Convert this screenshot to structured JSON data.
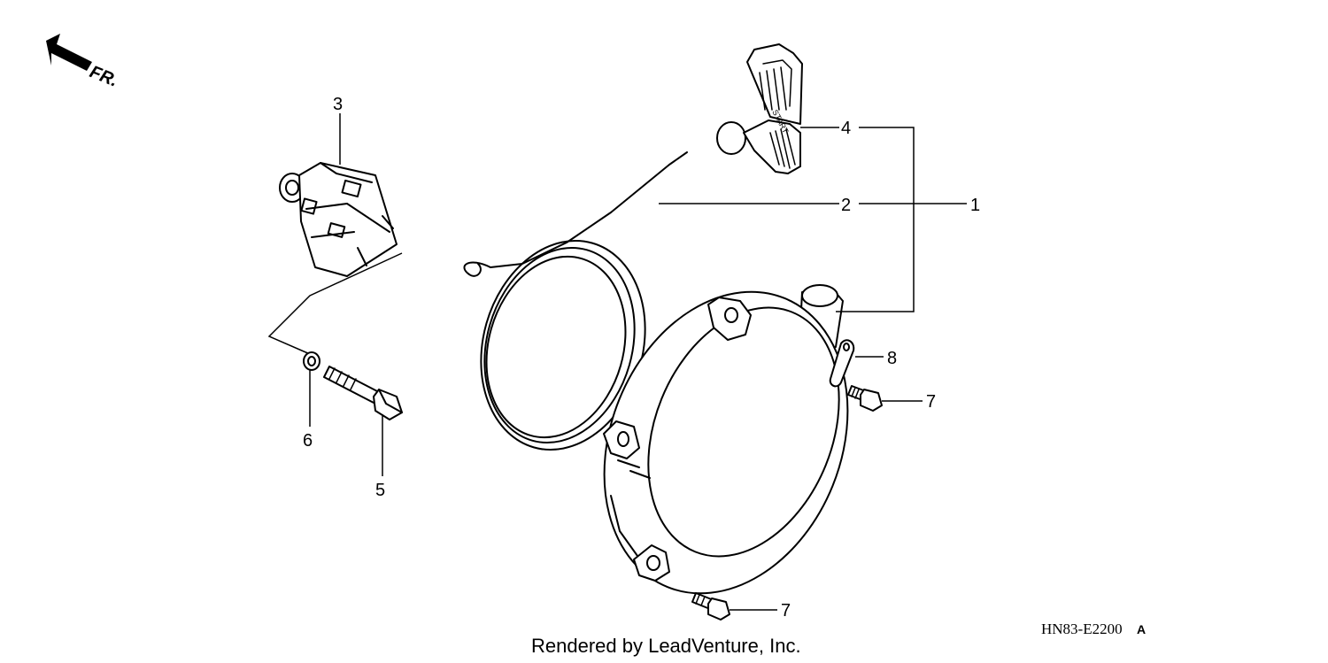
{
  "orientation": {
    "arrow_icon": "front-direction-arrow",
    "label": "FR."
  },
  "callouts": [
    {
      "number": "1",
      "part": "recoil-starter-assembly"
    },
    {
      "number": "2",
      "part": "starter-rope"
    },
    {
      "number": "3",
      "part": "starter-pulley"
    },
    {
      "number": "4",
      "part": "starter-grip"
    },
    {
      "number": "5",
      "part": "flange-bolt"
    },
    {
      "number": "6",
      "part": "washer"
    },
    {
      "number": "7",
      "part": "flange-bolt"
    },
    {
      "number": "7",
      "part": "flange-bolt"
    },
    {
      "number": "8",
      "part": "rope-guide-clip"
    }
  ],
  "grip_text": "START",
  "diagram_code": {
    "code": "HN83-E2200",
    "suffix": "A"
  },
  "credit": "Rendered by LeadVenture, Inc."
}
